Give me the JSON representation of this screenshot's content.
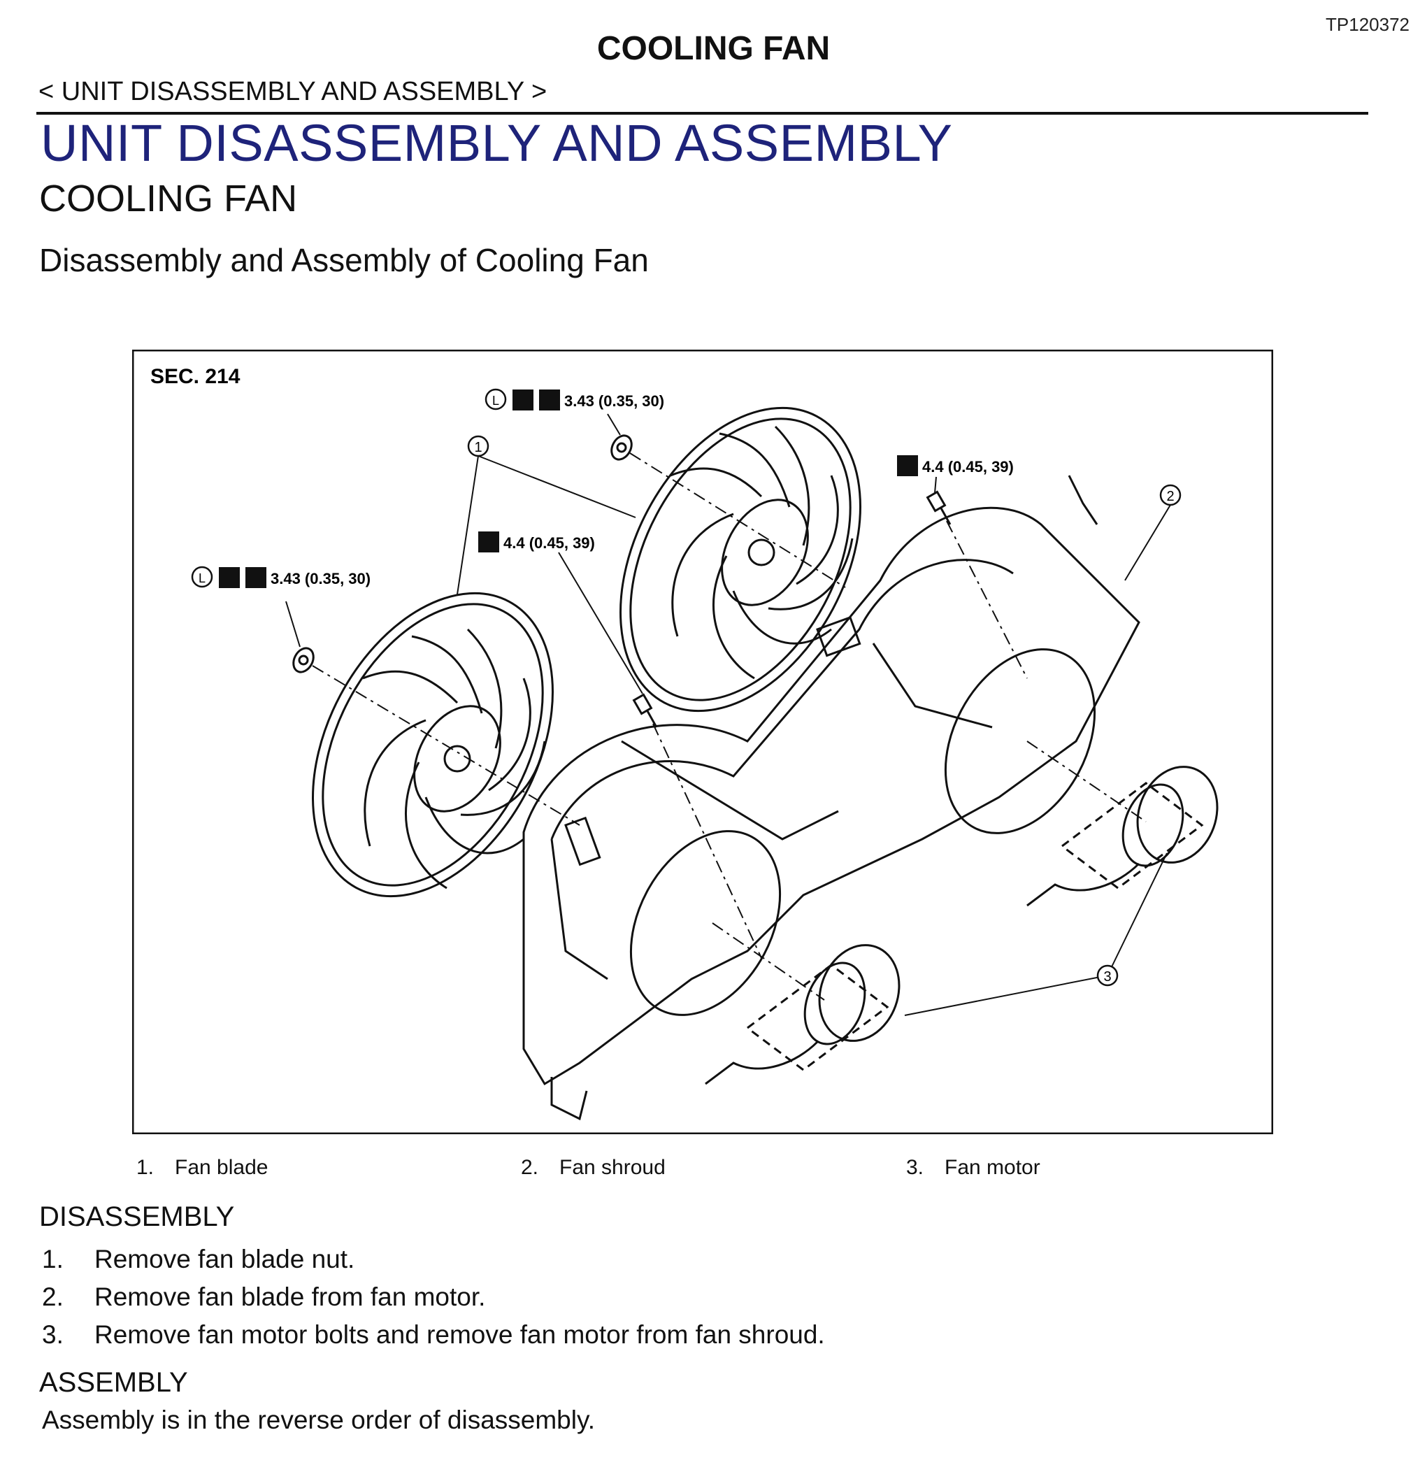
{
  "header": {
    "doc_code": "TP120372",
    "title": "COOLING FAN",
    "breadcrumb": "< UNIT DISASSEMBLY AND ASSEMBLY >"
  },
  "section": {
    "title": "UNIT DISASSEMBLY AND ASSEMBLY",
    "subtitle": "COOLING FAN",
    "procedure_title": "Disassembly and Assembly of Cooling Fan"
  },
  "figure": {
    "sec_label": "SEC. 214",
    "torque_nut_left": "3.43 (0.35, 30)",
    "torque_nut_top": "3.43 (0.35, 30)",
    "torque_bolt_mid": "4.4 (0.45, 39)",
    "torque_bolt_right": "4.4 (0.45, 39)",
    "callout_1": "1",
    "callout_2": "2",
    "callout_3": "3",
    "lock_symbol": "L"
  },
  "legend": [
    {
      "num": "1.",
      "label": "Fan blade"
    },
    {
      "num": "2.",
      "label": "Fan shroud"
    },
    {
      "num": "3.",
      "label": "Fan motor"
    }
  ],
  "disassembly": {
    "heading": "DISASSEMBLY",
    "steps": [
      {
        "num": "1.",
        "text": "Remove fan blade nut."
      },
      {
        "num": "2.",
        "text": "Remove fan blade from fan motor."
      },
      {
        "num": "3.",
        "text": "Remove fan motor bolts and remove fan motor from fan shroud."
      }
    ]
  },
  "assembly": {
    "heading": "ASSEMBLY",
    "text": "Assembly is in the reverse order of disassembly."
  }
}
